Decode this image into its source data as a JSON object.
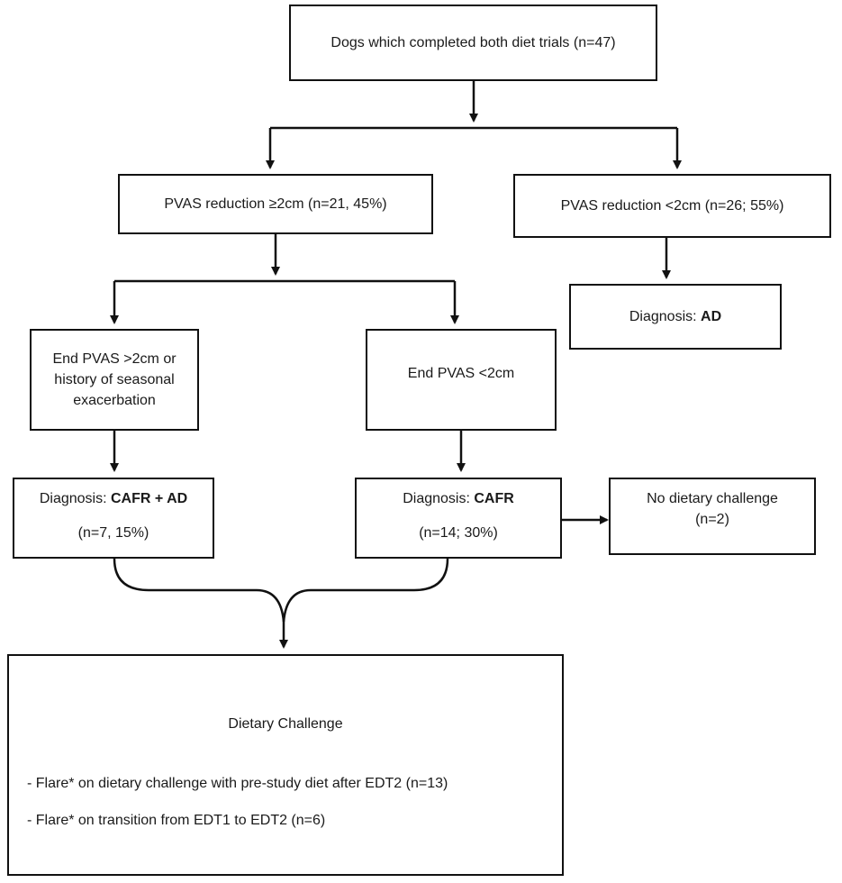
{
  "root": {
    "text": "Dogs which completed both diet trials (n=47)"
  },
  "pvas_high": {
    "text": "PVAS reduction ≥2cm (n=21, 45%)"
  },
  "pvas_low": {
    "text": "PVAS reduction <2cm (n=26; 55%)"
  },
  "diag_ad": {
    "prefix": "Diagnosis: ",
    "bold": "AD"
  },
  "end_high": {
    "line1": "End PVAS >2cm or",
    "line2": "history of seasonal",
    "line3": "exacerbation"
  },
  "end_low": {
    "text": "End PVAS <2cm"
  },
  "diag_cafr_ad": {
    "prefix": "Diagnosis: ",
    "bold": "CAFR + AD",
    "count": "(n=7, 15%)"
  },
  "diag_cafr": {
    "prefix": "Diagnosis: ",
    "bold": "CAFR",
    "count": "(n=14; 30%)"
  },
  "no_challenge": {
    "line1": "No dietary challenge",
    "line2": "(n=2)"
  },
  "challenge": {
    "title": "Dietary Challenge",
    "items": [
      "- Flare* on dietary challenge with pre-study diet after EDT2 (n=13)",
      "- Flare* on transition from EDT1 to EDT2 (n=6)"
    ]
  }
}
